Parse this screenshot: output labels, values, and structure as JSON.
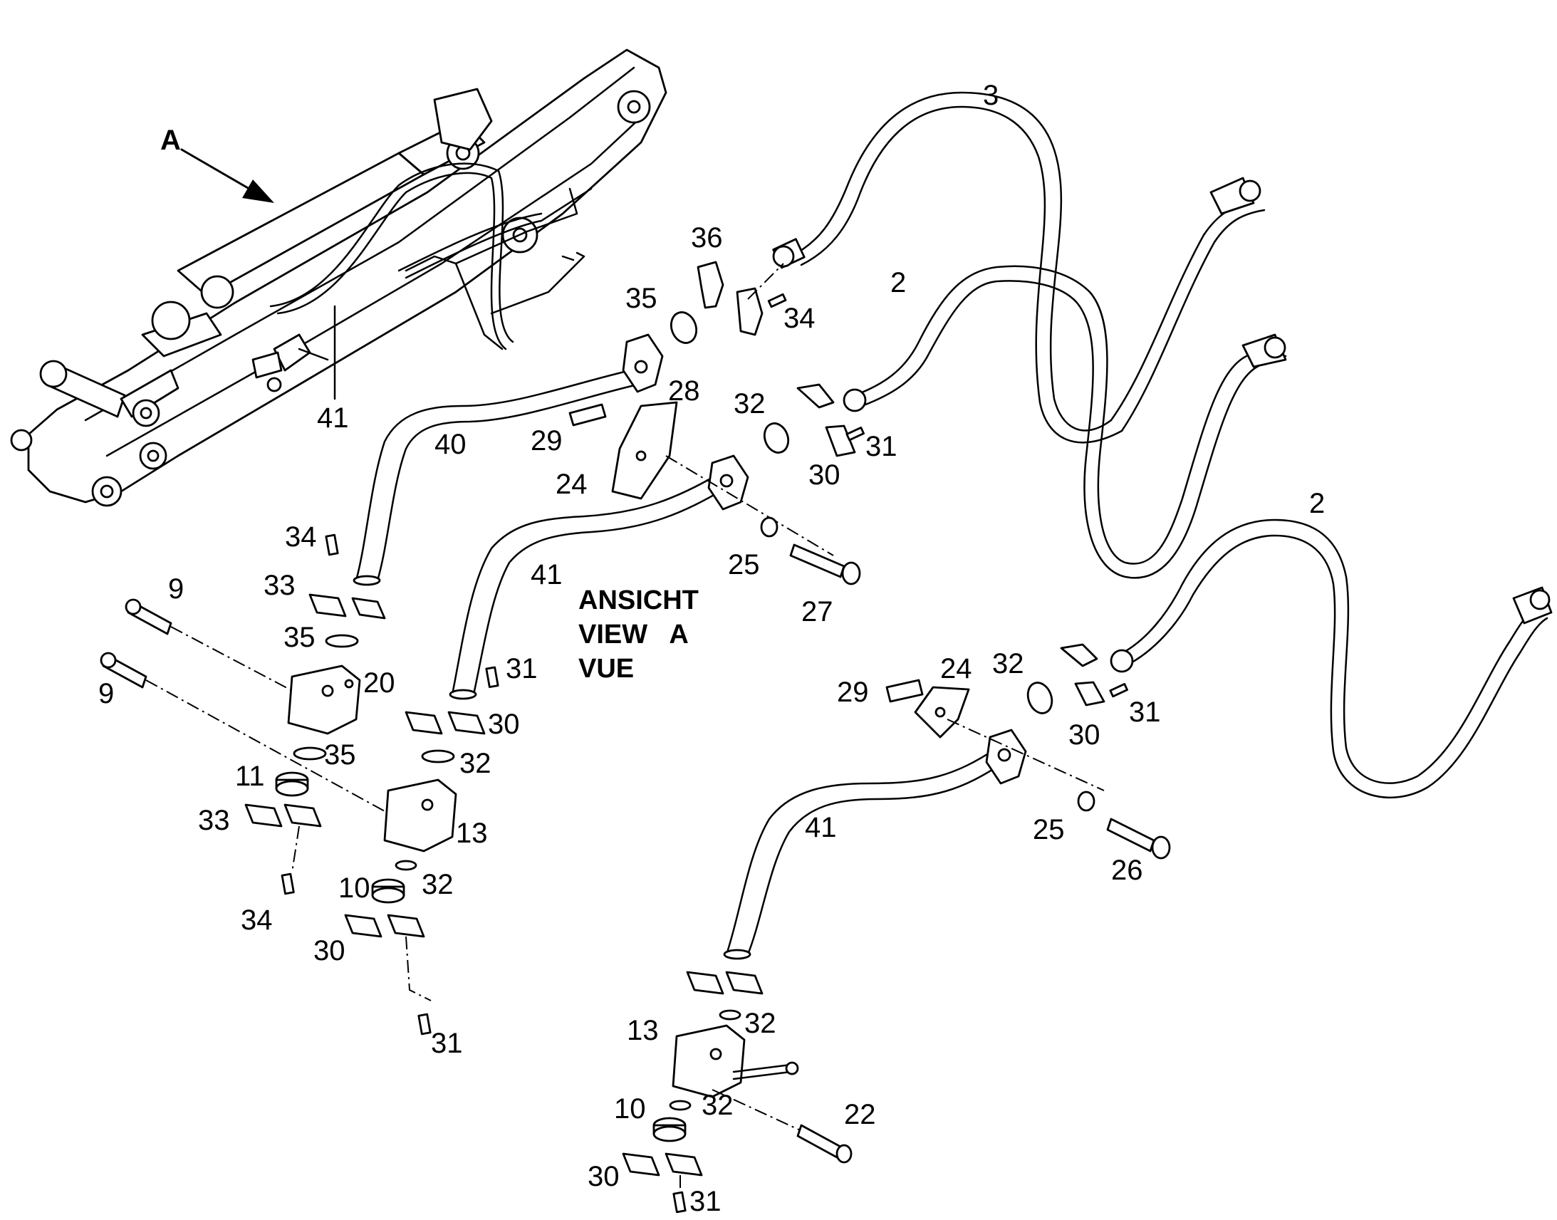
{
  "view_label": {
    "line1": "ANSICHT",
    "line2": "VIEW   A",
    "line3": "VUE"
  },
  "arrow_label": "A",
  "callouts": {
    "c3": "3",
    "c36": "36",
    "c35_top": "35",
    "c34_top": "34",
    "c2_mid": "2",
    "c41_arm": "41",
    "c40": "40",
    "c28": "28",
    "c29_a": "29",
    "c24_a": "24",
    "c32_a": "32",
    "c31_a": "31",
    "c30_a": "30",
    "c2_right": "2",
    "c41_mid": "41",
    "c25_a": "25",
    "c27": "27",
    "c34_left": "34",
    "c33_a": "33",
    "c9_a": "9",
    "c35_b": "35",
    "c9_b": "9",
    "c20": "20",
    "c31_b": "31",
    "c30_b": "30",
    "c35_c": "35",
    "c32_b": "32",
    "c11": "11",
    "c33_b": "33",
    "c13_a": "13",
    "c34_b": "34",
    "c10_a": "10",
    "c32_c": "32",
    "c30_c": "30",
    "c31_c": "31",
    "c29_b": "29",
    "c24_b": "24",
    "c32_d": "32",
    "c31_d": "31",
    "c30_d": "30",
    "c41_low": "41",
    "c25_b": "25",
    "c26": "26",
    "c13_b": "13",
    "c32_e": "32",
    "c10_b": "10",
    "c32_f": "32",
    "c22": "22",
    "c30_e": "30",
    "c31_e": "31"
  }
}
